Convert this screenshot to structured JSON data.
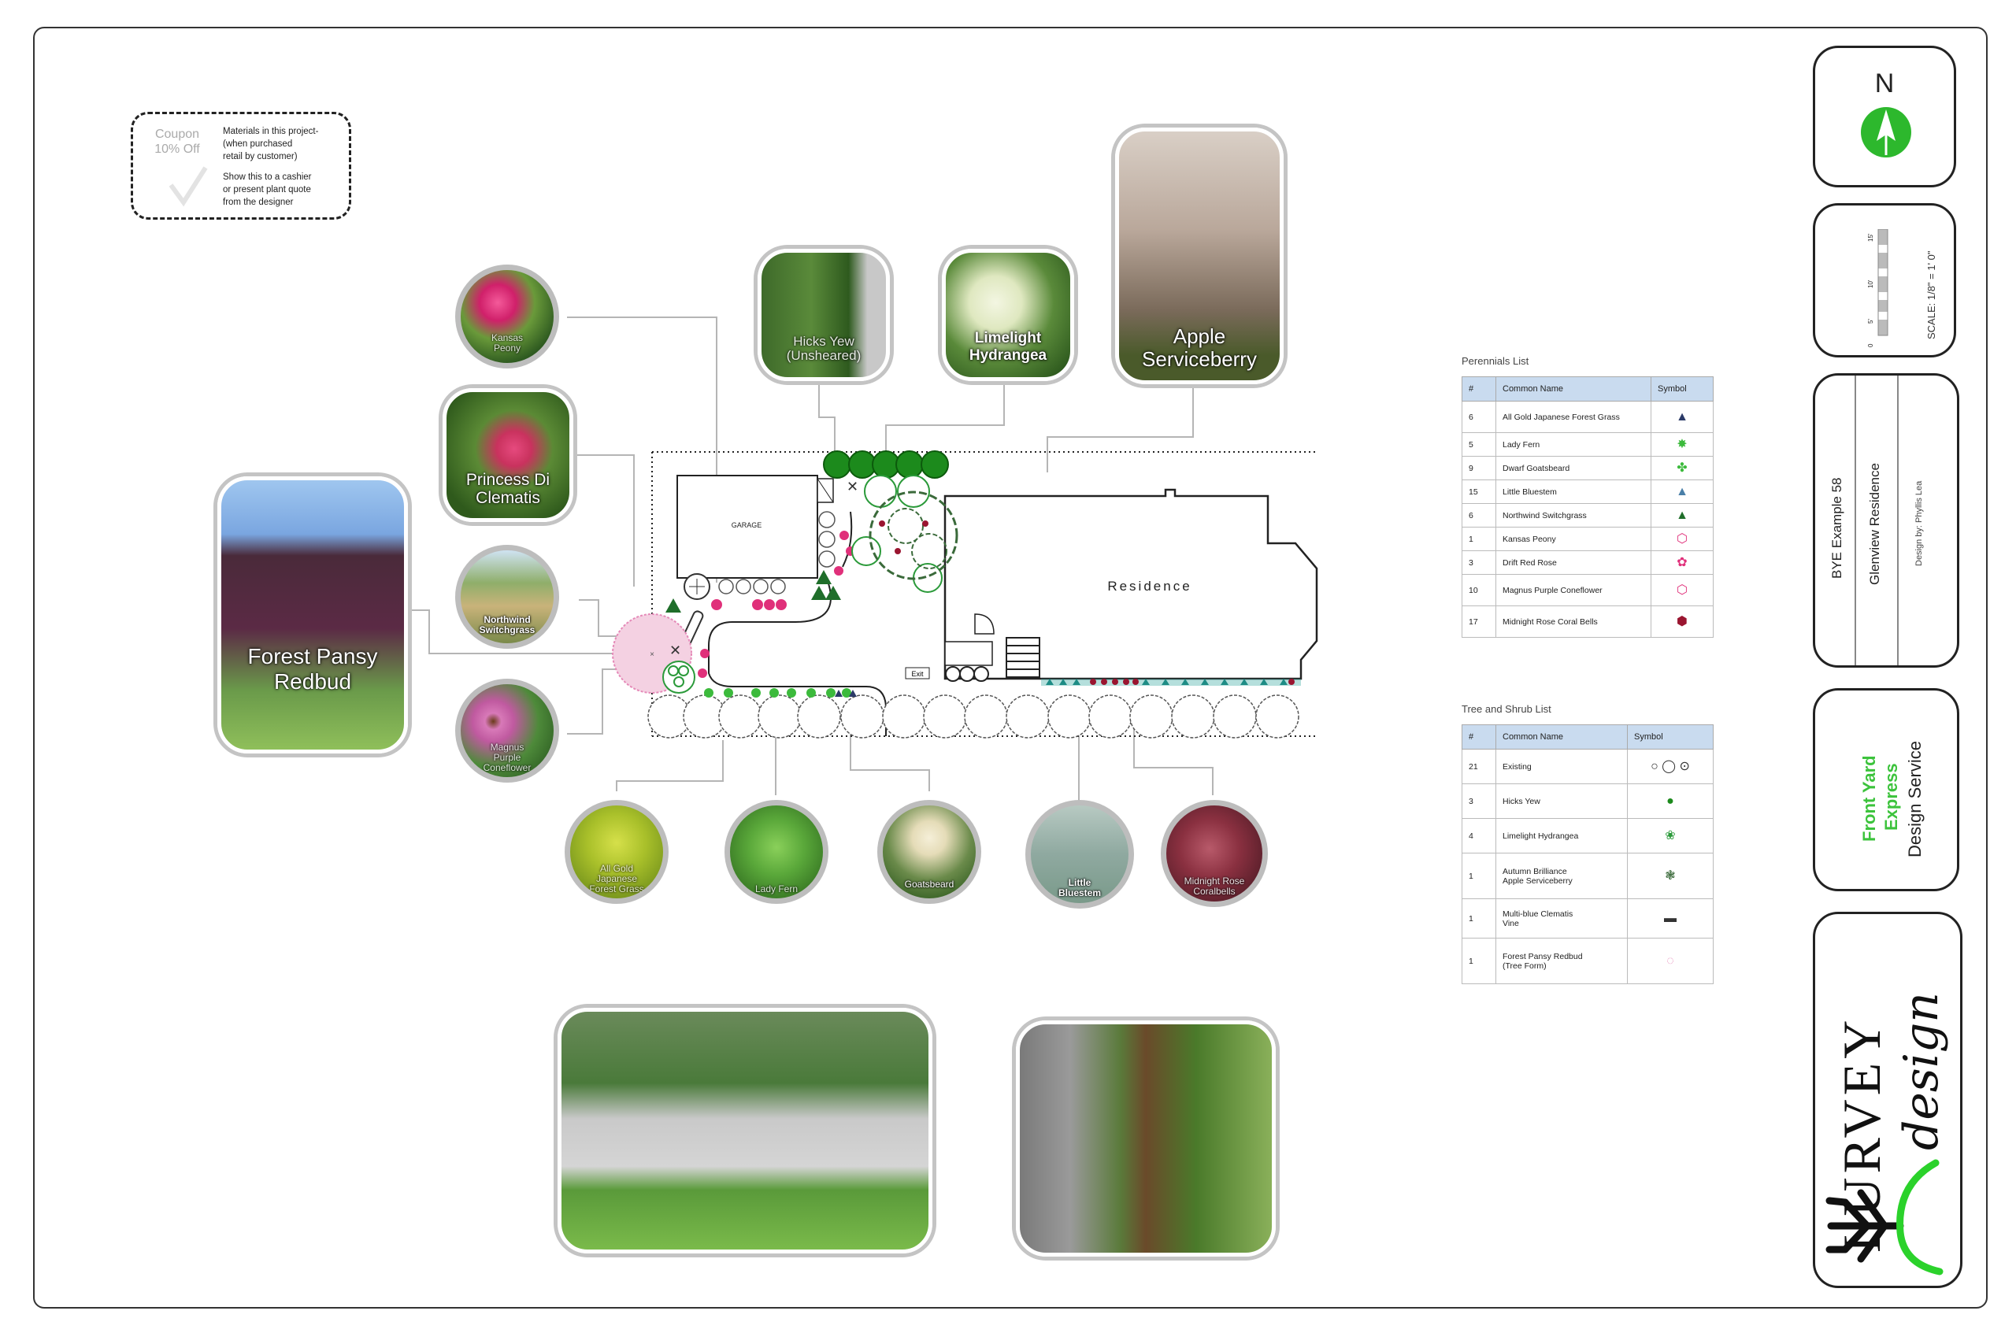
{
  "coupon": {
    "title": "Coupon\n10% Off",
    "materials": "Materials in this project-\n(when purchased\nretail by customer)",
    "show": "Show this to a cashier\nor present plant quote\nfrom the designer"
  },
  "plants_left": {
    "kansas_peony": "Kansas\nPeony",
    "princess_di": "Princess Di\nClematis",
    "northwind": "Northwind\nSwitchgrass",
    "coneflower": "Magnus\nPurple\nConeflower",
    "forest_pansy": "Forest Pansy\nRedbud"
  },
  "plants_top": {
    "hicks_yew": "Hicks Yew\n(Unsheared)",
    "limelight": "Limelight\nHydrangea",
    "apple": "Apple\nServiceberry"
  },
  "plants_bottom": {
    "forest_grass": "All Gold\nJapanese\nForest Grass",
    "lady_fern": "Lady Fern",
    "goatsbeard": "Goatsbeard",
    "bluestem": "Little\nBluestem",
    "coral_bells": "Midnight Rose\nCoralbells"
  },
  "plan": {
    "garage": "GARAGE",
    "residence": "Residence",
    "exit": "Exit"
  },
  "perennials": {
    "title": "Perennials List",
    "headers": [
      "#",
      "Common Name",
      "Symbol"
    ],
    "rows": [
      {
        "n": "6",
        "name": "All Gold Japanese Forest Grass",
        "sym": "▲",
        "color": "#2b3a67"
      },
      {
        "n": "5",
        "name": "Lady Fern",
        "sym": "✸",
        "color": "#3cba3c"
      },
      {
        "n": "9",
        "name": "Dwarf Goatsbeard",
        "sym": "✤",
        "color": "#3cba3c"
      },
      {
        "n": "15",
        "name": "Little Bluestem",
        "sym": "▲",
        "color": "#4a7fa8"
      },
      {
        "n": "6",
        "name": "Northwind Switchgrass",
        "sym": "▲",
        "color": "#1f6e2a"
      },
      {
        "n": "1",
        "name": "Kansas Peony",
        "sym": "⬡",
        "color": "#e0307a"
      },
      {
        "n": "3",
        "name": "Drift Red Rose",
        "sym": "✿",
        "color": "#e0307a"
      },
      {
        "n": "10",
        "name": "Magnus Purple Coneflower",
        "sym": "⬡",
        "color": "#e0307a"
      },
      {
        "n": "17",
        "name": "Midnight Rose Coral Bells",
        "sym": "⬢",
        "color": "#9a1530"
      }
    ]
  },
  "trees": {
    "title": "Tree and Shrub  List",
    "headers": [
      "#",
      "Common Name",
      "Symbol"
    ],
    "rows": [
      {
        "n": "21",
        "name": "Existing",
        "sym": "○ ◯ ⊙",
        "color": "#333"
      },
      {
        "n": "3",
        "name": "Hicks Yew",
        "sym": "●",
        "color": "#1c8a1c"
      },
      {
        "n": "4",
        "name": "Limelight Hydrangea",
        "sym": "❀",
        "color": "#2b9a3a"
      },
      {
        "n": "1",
        "name": "Autumn Brilliance\nApple Serviceberry",
        "sym": "❃",
        "color": "#3a6a3a"
      },
      {
        "n": "1",
        "name": "Multi-blue Clematis\nVine",
        "sym": "▬",
        "color": "#333"
      },
      {
        "n": "1",
        "name": "Forest Pansy Redbud\n(Tree Form)",
        "sym": "◌",
        "color": "#e58ab8"
      }
    ]
  },
  "north": "N",
  "scale": {
    "label": "SCALE: 1/8\" = 1' 0\"",
    "t0": "0",
    "t5": "5'",
    "t10": "10'",
    "t15": "15'"
  },
  "project": {
    "example": "BYE Example 58",
    "residence": "Glenview Residence",
    "designer": "Design by: Phyllis Lea"
  },
  "service": {
    "line1": "Front Yard",
    "line2": "Express",
    "line3": "Design Service"
  },
  "logo": {
    "word": "LURVEY",
    "script": "design"
  }
}
